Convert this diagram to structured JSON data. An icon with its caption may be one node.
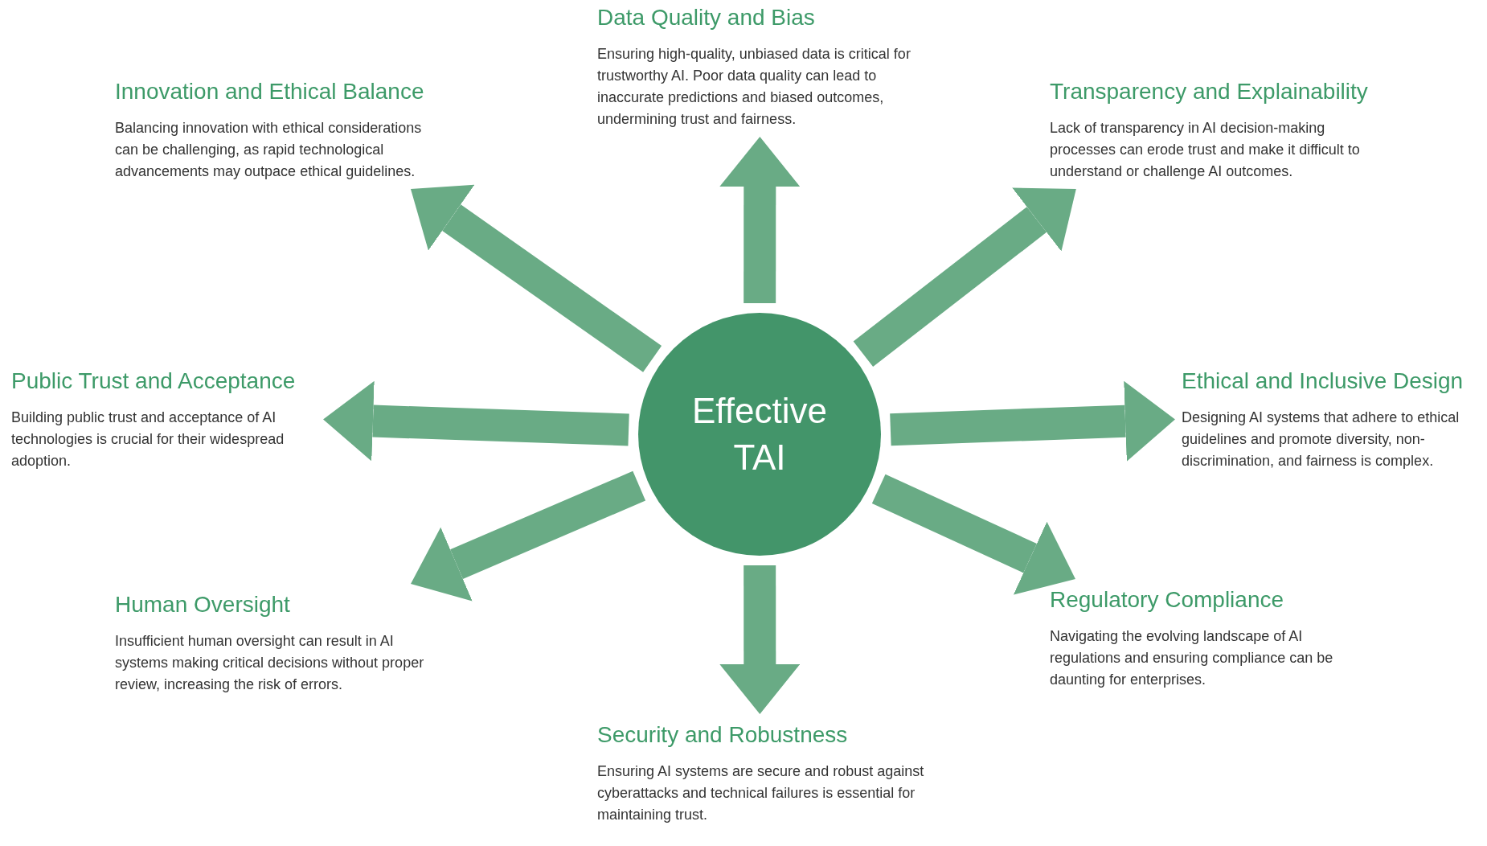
{
  "diagram": {
    "nodes": [
      {
        "text": [
          "Effective TAI"
        ]
      },
      {
        "text": [
          "Data Quality and Bias",
          "Ensuring high-quality, unbiased data is critical for trustworthy AI. Poor data quality can lead to inaccurate predictions and biased outcomes, undermining trust and fairness."
        ]
      },
      {
        "text": [
          "Innovation and Ethical Balance",
          "Balancing innovation with ethical considerations can be challenging, as rapid technological advancements may outpace ethical guidelines."
        ]
      },
      {
        "text": [
          "Transparency and Explainability",
          "Lack of transparency in AI decision-making processes can erode trust and make it difficult to understand or challenge AI outcomes."
        ]
      },
      {
        "text": [
          "Public Trust and Acceptance",
          "Building public trust and acceptance of AI technologies is crucial for their widespread adoption."
        ]
      },
      {
        "text": [
          "Ethical and Inclusive Design",
          "Designing AI systems that adhere to ethical guidelines and promote diversity, non-discrimination, and fairness is complex."
        ]
      },
      {
        "text": [
          "Human Oversight",
          "Insufficient human oversight can result in AI systems making critical decisions without proper review, increasing the risk of errors."
        ]
      },
      {
        "text": [
          "Regulatory Compliance",
          "Navigating the evolving landscape of AI regulations and ensuring compliance can be daunting for enterprises."
        ]
      },
      {
        "text": [
          "Security and Robustness",
          "Ensuring AI systems are secure and robust against cyberattacks and technical failures is essential for maintaining trust."
        ]
      }
    ],
    "edges": [
      {
        "from": 0,
        "to": 1,
        "arrow": "to"
      },
      {
        "from": 0,
        "to": 2,
        "arrow": "to"
      },
      {
        "from": 0,
        "to": 3,
        "arrow": "to"
      },
      {
        "from": 0,
        "to": 4,
        "arrow": "to"
      },
      {
        "from": 0,
        "to": 5,
        "arrow": "to"
      },
      {
        "from": 0,
        "to": 6,
        "arrow": "to"
      },
      {
        "from": 0,
        "to": 7,
        "arrow": "to"
      },
      {
        "from": 0,
        "to": 8,
        "arrow": "to"
      }
    ]
  }
}
